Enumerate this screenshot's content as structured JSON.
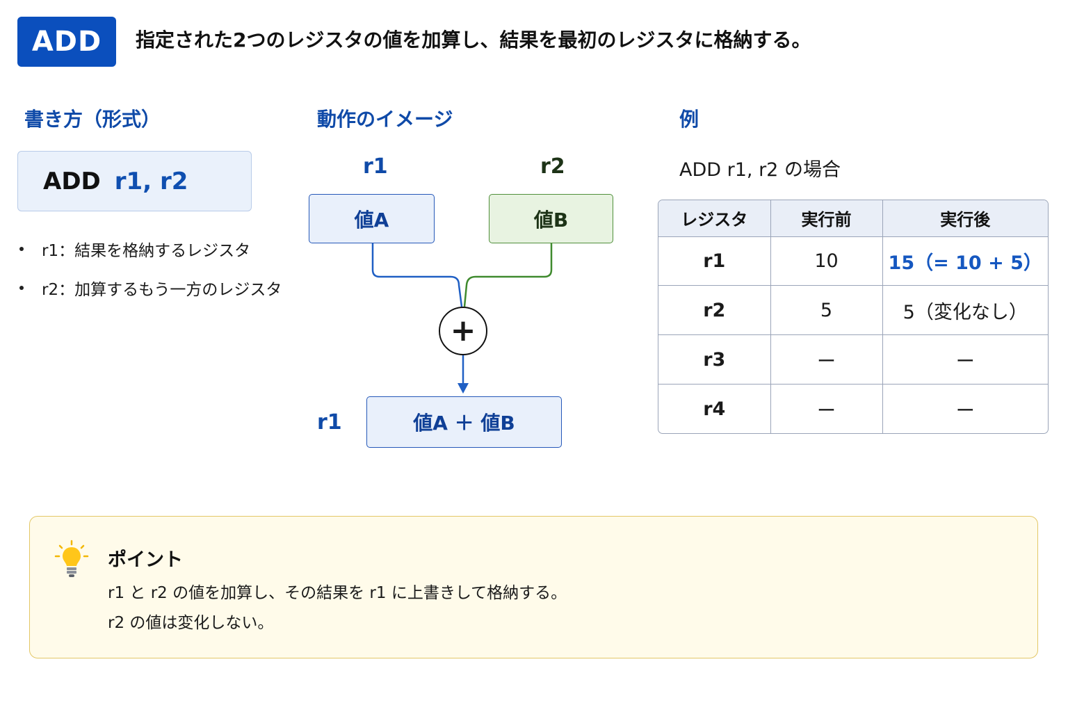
{
  "header": {
    "badge": "ADD",
    "description": "指定された2つのレジスタの値を加算し、結果を最初のレジスタに格納する。"
  },
  "syntax": {
    "title": "書き方（形式）",
    "opcode": "ADD",
    "operands": "r1, r2",
    "bullets": [
      "r1：結果を格納するレジスタ",
      "r2：加算するもう一方のレジスタ"
    ]
  },
  "diagram": {
    "title": "動作のイメージ",
    "reg_a": "r1",
    "reg_b": "r2",
    "value_a": "値A",
    "value_b": "値B",
    "operator": "+",
    "result_reg": "r1",
    "result_value": "値A ＋ 値B"
  },
  "example": {
    "title": "例",
    "subtitle": "ADD r1, r2 の場合",
    "headers": [
      "レジスタ",
      "実行前",
      "実行後"
    ],
    "rows": [
      [
        "r1",
        "10",
        "15（= 10 + 5）"
      ],
      [
        "r2",
        "5",
        "5（変化なし）"
      ],
      [
        "r3",
        "ー",
        "ー"
      ],
      [
        "r4",
        "ー",
        "ー"
      ]
    ]
  },
  "point": {
    "icon": "lightbulb-icon",
    "title": "ポイント",
    "lines": [
      "r1 と r2 の値を加算し、その結果を r1 に上書きして格納する。",
      "r2 の値は変化しない。"
    ]
  },
  "colors": {
    "accent": "#0b4fbd",
    "heading": "#0f4aa8",
    "value_a_border": "#2457b8",
    "value_b_border": "#4f8f3a",
    "highlight": "#1557c0",
    "point_border": "#e3c766"
  }
}
